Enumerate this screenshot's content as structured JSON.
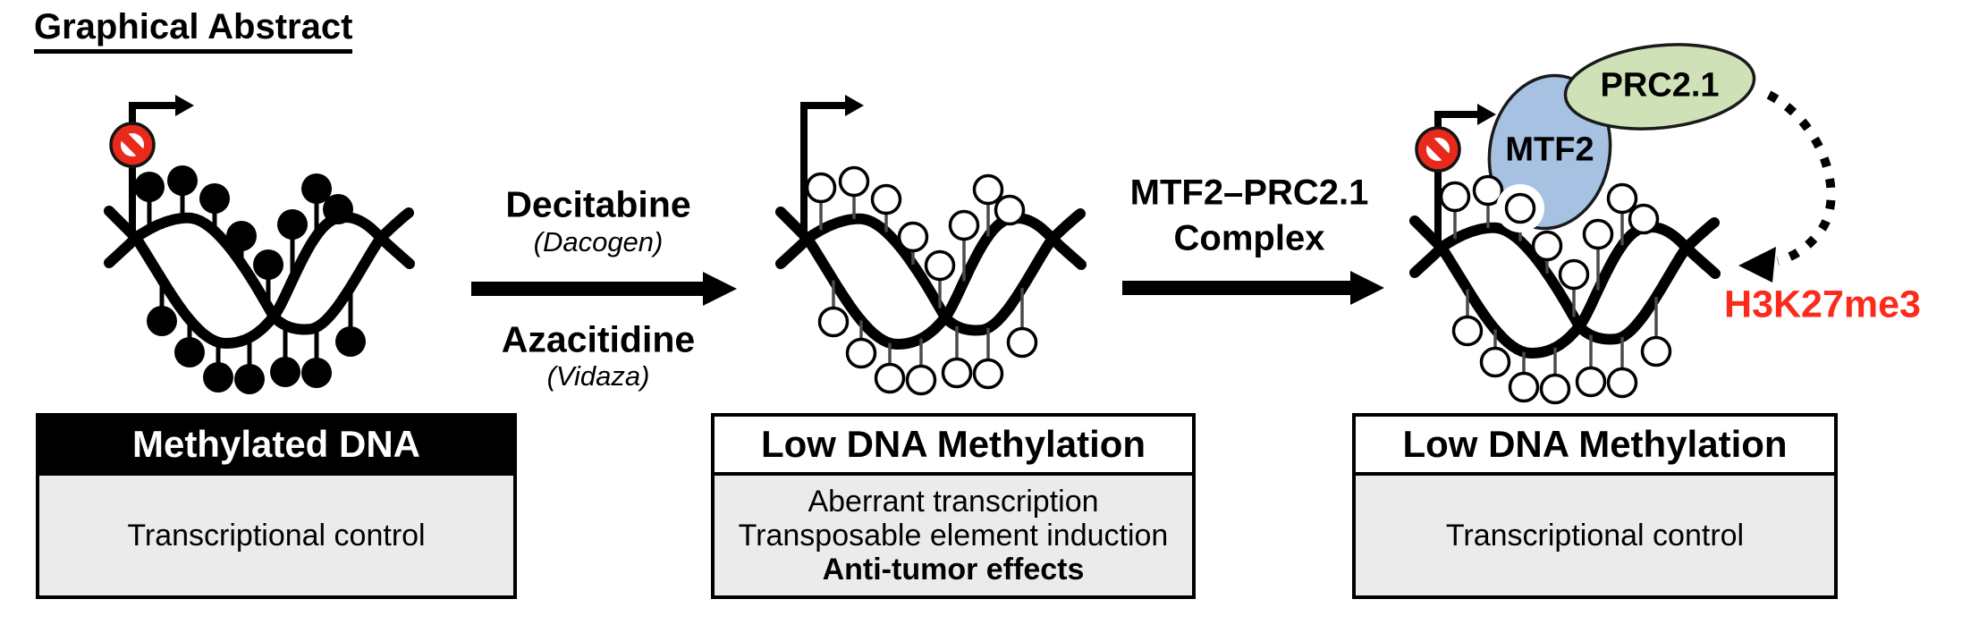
{
  "title": "Graphical Abstract",
  "colors": {
    "black": "#000000",
    "red": "#e8291c",
    "h3k27me3_red": "#fb2a1a",
    "mtf2_blue": "#a6c1e2",
    "prc21_green": "#cfe1b6",
    "ellipse_outline": "#1a1a1a",
    "stem_gray": "#4a4a4a",
    "box_body_gray": "#ebebeb"
  },
  "stage1": {
    "box_header": "Methylated DNA",
    "box_body": "Transcriptional control"
  },
  "transition1": {
    "drug1_name": "Decitabine",
    "drug1_brand": "(Dacogen)",
    "drug2_name": "Azacitidine",
    "drug2_brand": "(Vidaza)"
  },
  "stage2": {
    "box_header": "Low DNA Methylation",
    "box_lines": [
      "Aberrant transcription",
      "Transposable element induction",
      "Anti-tumor effects"
    ]
  },
  "transition2": {
    "label_line1": "MTF2–PRC2.1",
    "label_line2": "Complex"
  },
  "stage3": {
    "box_header": "Low DNA Methylation",
    "box_body": "Transcriptional control",
    "protein1": "MTF2",
    "protein2": "PRC2.1",
    "histone_mark": "H3K27me3"
  }
}
